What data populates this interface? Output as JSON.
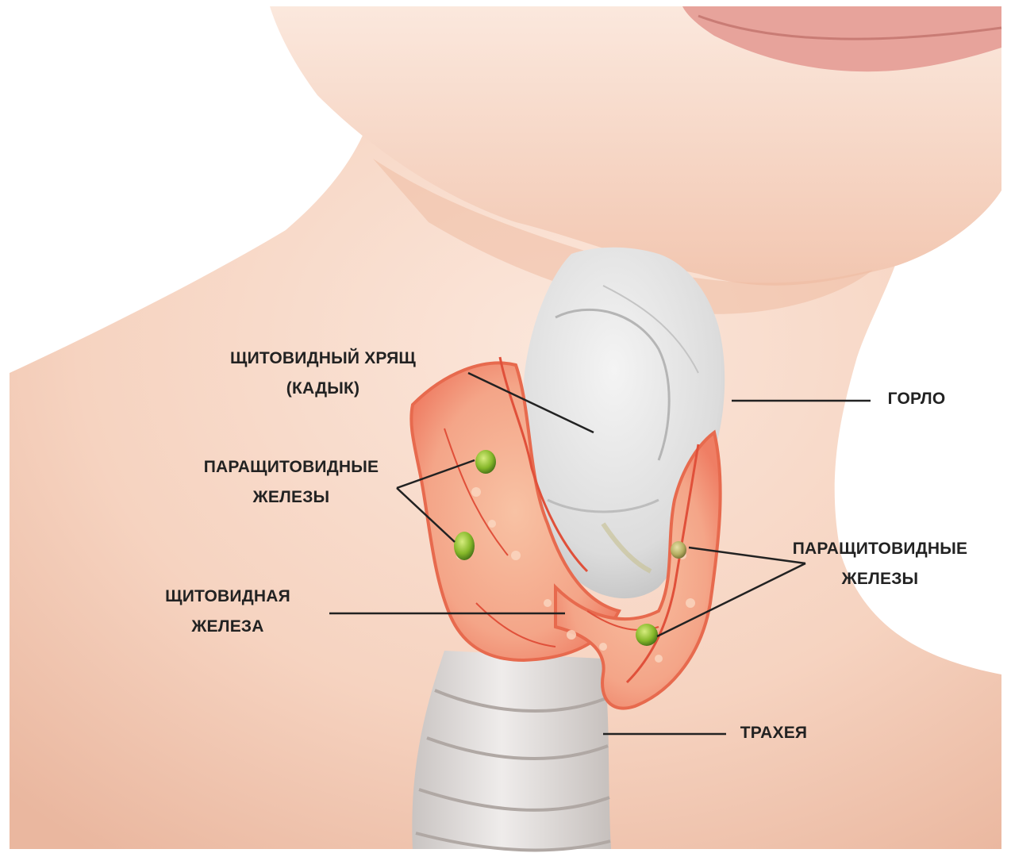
{
  "labels": {
    "thyroid_cartilage": {
      "line1": "ЩИТОВИДНЫЙ ХРЯЩ",
      "line2": "(КАДЫК)"
    },
    "larynx": {
      "line1": "ГОРЛО"
    },
    "parathyroid_left": {
      "line1": "ПАРАЩИТОВИДНЫЕ",
      "line2": "ЖЕЛЕЗЫ"
    },
    "parathyroid_right": {
      "line1": "ПАРАЩИТОВИДНЫЕ",
      "line2": "ЖЕЛЕЗЫ"
    },
    "thyroid_gland": {
      "line1": "ЩИТОВИДНАЯ",
      "line2": "ЖЕЛЕЗА"
    },
    "trachea": {
      "line1": "ТРАХЕЯ"
    }
  },
  "colors": {
    "background": "#ffffff",
    "skin": "#f6d3c0",
    "skin_shadow": "#e8b49e",
    "lips": "#e6a39c",
    "cartilage": "#e3e3e3",
    "thyroid": "#f3a386",
    "thyroid_vessels": "#e0503a",
    "parathyroid": "#8bbf2c",
    "leader_lines": "#222222"
  }
}
